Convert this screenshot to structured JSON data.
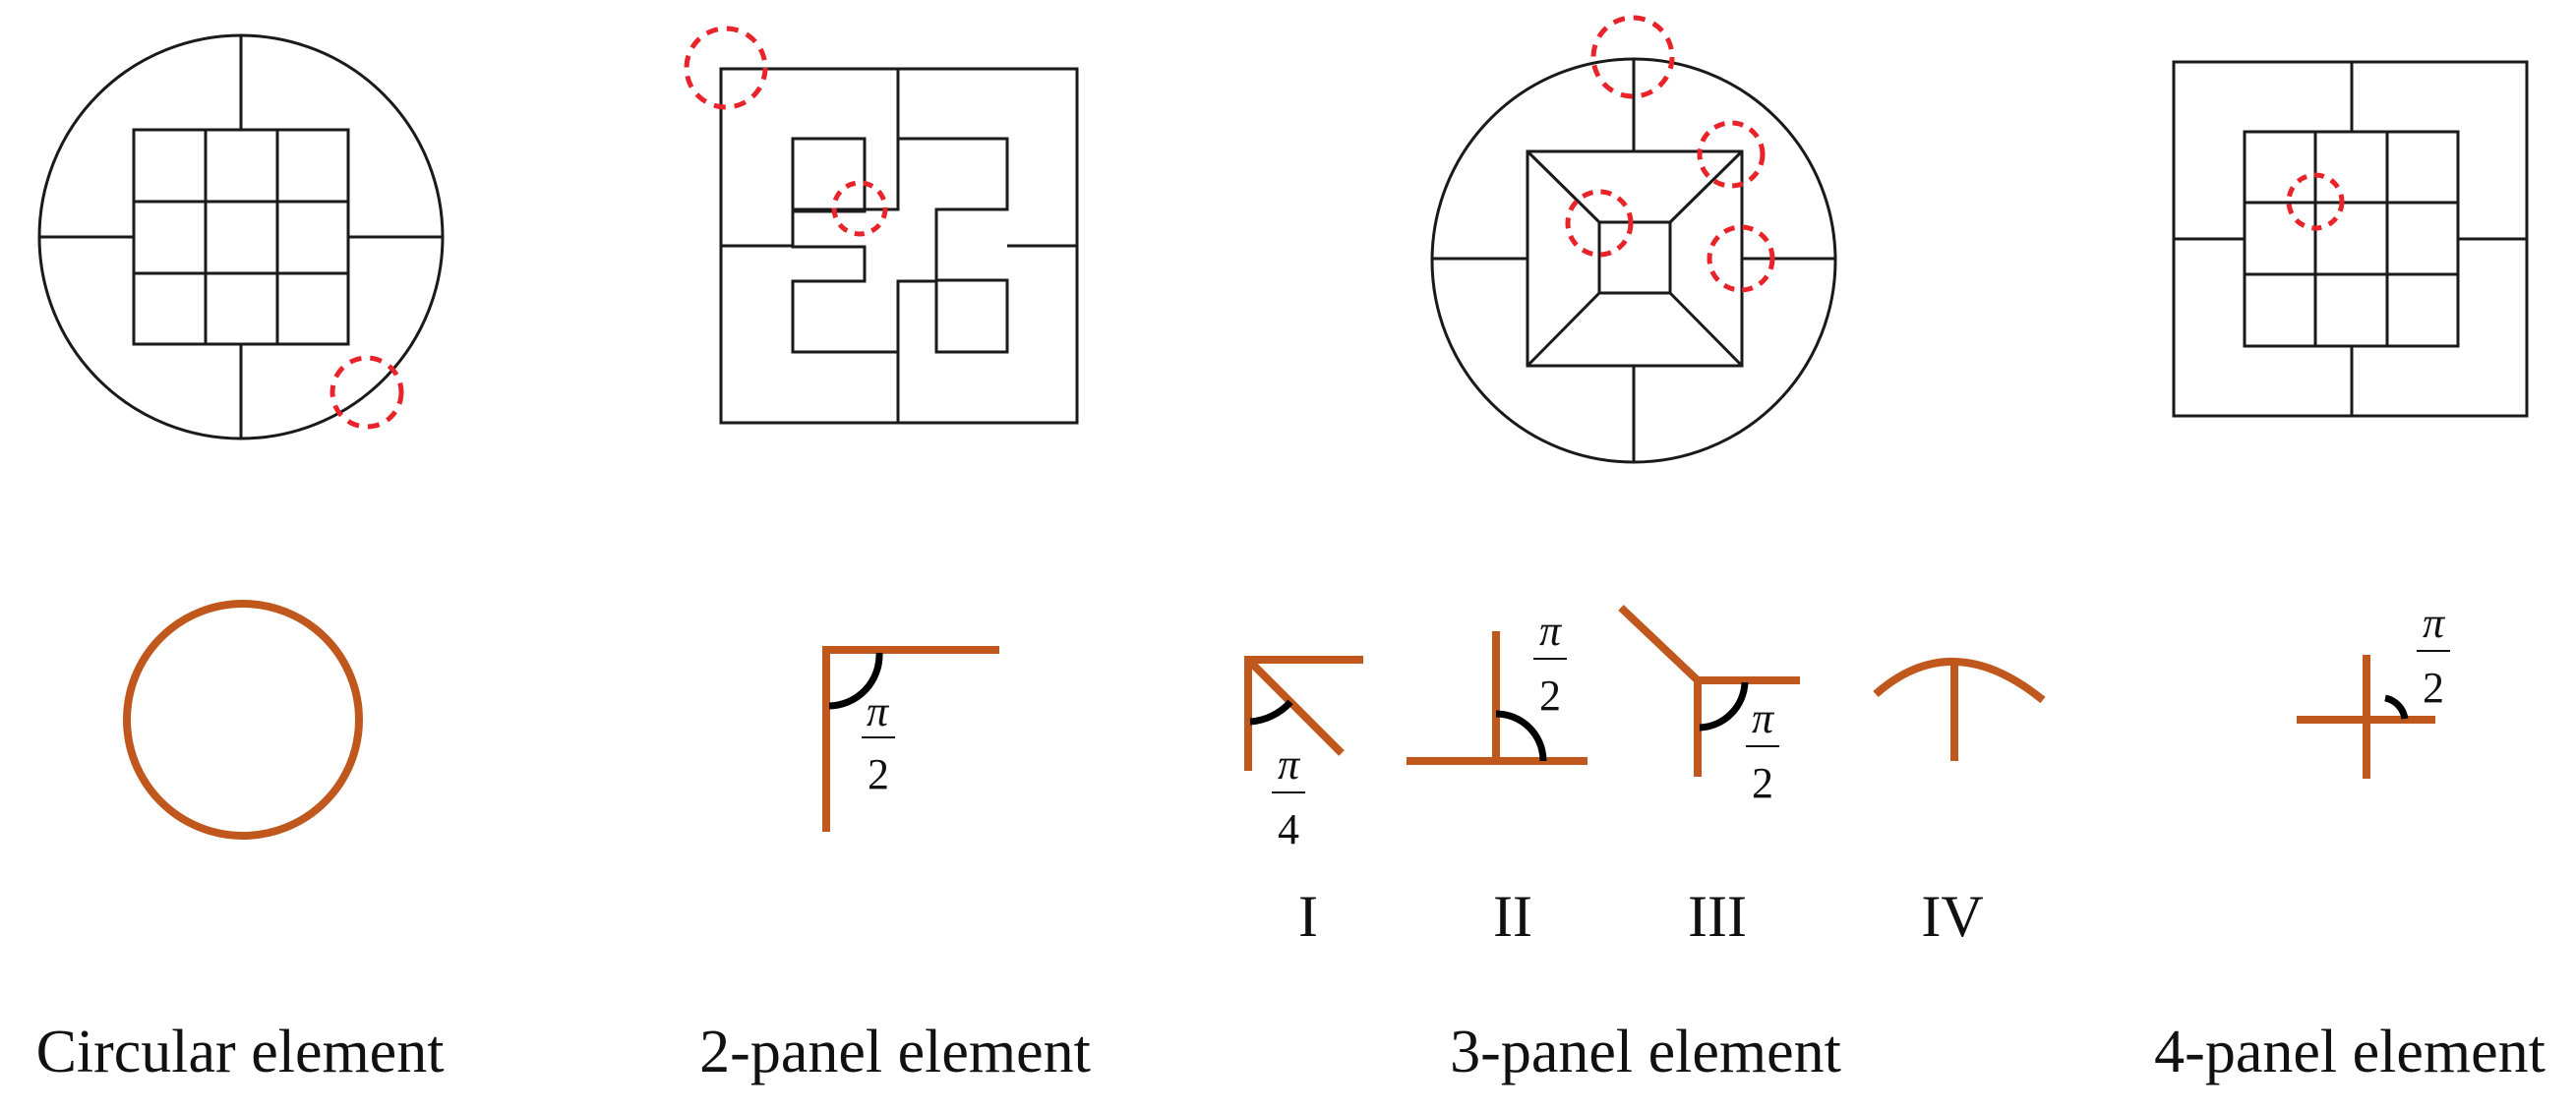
{
  "colors": {
    "line": "#1a1a1a",
    "element": "#c0571c",
    "highlight": "#e8242a",
    "angle_arc": "#000000"
  },
  "captions": {
    "circular": "Circular element",
    "two_panel": "2-panel element",
    "three_panel": "3-panel element",
    "four_panel": "4-panel element"
  },
  "types": {
    "i": "I",
    "ii": "II",
    "iii": "III",
    "iv": "IV"
  },
  "angles": {
    "pi": "π",
    "denom_2": "2",
    "denom_4": "4"
  }
}
